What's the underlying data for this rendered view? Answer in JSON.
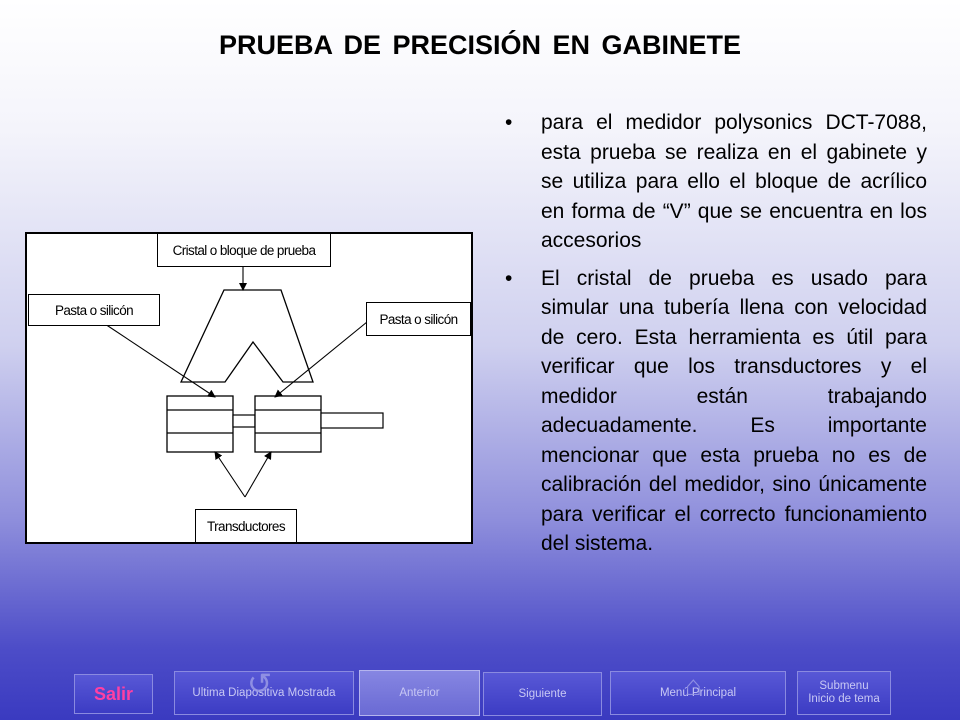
{
  "title": "PRUEBA DE PRECISIÓN EN GABINETE",
  "bullets": [
    "para el medidor polysonics DCT-7088, esta prueba se realiza en el gabinete y se utiliza para ello el bloque de acrílico en forma de “V” que se encuentra en los accesorios",
    "El cristal de prueba es usado para simular una tubería llena con velocidad de cero. Esta herramienta es útil para verificar que los transductores y el medidor están trabajando adecuadamente. Es importante mencionar que esta prueba no es de calibración del medidor, sino únicamente para verificar el correcto funcionamiento del sistema."
  ],
  "diagram": {
    "label_block": "Cristal o bloque de prueba",
    "label_paste_left": "Pasta o silicón",
    "label_paste_right": "Pasta o silicón",
    "label_transducers": "Transductores"
  },
  "nav": {
    "salir": "Salir",
    "ultima": "Ultima Diapositiva Mostrada",
    "anterior": "Anterior",
    "siguiente": "Siguiente",
    "menu": "Menú Principal",
    "submenu": "Submenu",
    "inicio_tema": "Inicio de tema"
  },
  "colors": {
    "nav_button": "#4646c8",
    "salir_text": "#ff3fa3",
    "nav_text": "#c8c8f4"
  }
}
